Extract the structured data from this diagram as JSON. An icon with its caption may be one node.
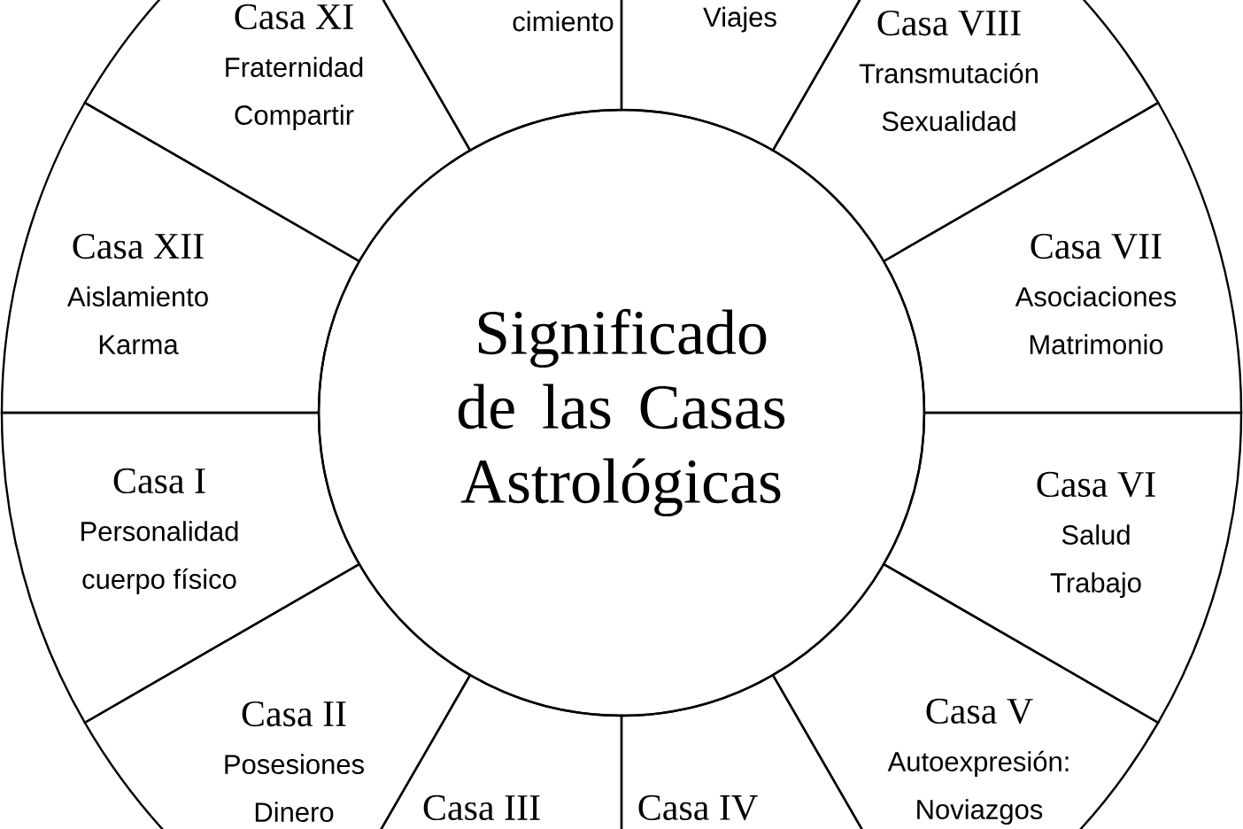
{
  "diagram": {
    "nodes": [
      {
        "text": [
          "Casa XI",
          "Fraternidad",
          "Compartir"
        ]
      },
      {
        "text": [
          "cimiento"
        ]
      },
      {
        "text": [
          "Viajes"
        ]
      },
      {
        "text": [
          "Casa VIII",
          "Transmutación",
          "Sexualidad"
        ]
      },
      {
        "text": [
          "Casa XII",
          "Aislamiento",
          "Karma"
        ]
      },
      {
        "text": [
          "Casa VII",
          "Asociaciones",
          "Matrimonio"
        ]
      },
      {
        "text": [
          "Significado de las Casas Astrológicas"
        ]
      },
      {
        "text": [
          "Casa I",
          "Personalidad",
          "cuerpo físico"
        ]
      },
      {
        "text": [
          "Casa VI",
          "Salud",
          "Trabajo"
        ]
      },
      {
        "text": [
          "Casa II",
          "Posesiones",
          "Dinero"
        ]
      },
      {
        "text": [
          "Casa V",
          "Autoexpresión:",
          "Noviazgos"
        ]
      },
      {
        "text": [
          "Casa III"
        ]
      },
      {
        "text": [
          "Casa IV"
        ]
      }
    ]
  }
}
